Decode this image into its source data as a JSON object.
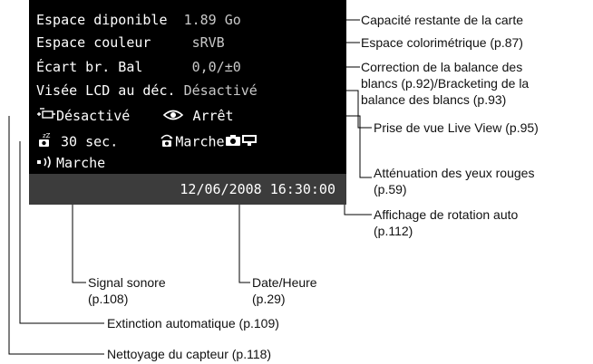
{
  "screen": {
    "rows": {
      "espace_disponible": {
        "label": "Espace diponible",
        "value": "1.89 Go"
      },
      "espace_couleur": {
        "label": "Espace couleur",
        "value": "sRVB"
      },
      "ecart_balance": {
        "label": "Écart br. Bal",
        "value": "0,0/±0"
      },
      "visee_lcd": {
        "label": "Visée LCD au déc.",
        "value": "Désactivé"
      },
      "nettoyage": {
        "value": "Désactivé"
      },
      "yeux_rouges": {
        "value": "Arrêt"
      },
      "extinction": {
        "value": "30 sec."
      },
      "rotation": {
        "value": "Marche"
      },
      "signal": {
        "value": "Marche"
      }
    },
    "datetime": "12/06/2008 16:30:00"
  },
  "callouts": {
    "capacite": "Capacité restante de la carte",
    "espace_colorimetrique": "Espace colorimétrique (p.87)",
    "correction_line1": "Correction de la balance des",
    "correction_line2": "blancs (p.92)/Bracketing de la",
    "correction_line3": "balance des blancs (p.93)",
    "live_view": "Prise de vue Live View (p.95)",
    "yeux_line1": "Atténuation des yeux rouges",
    "yeux_line2": "(p.59)",
    "rotation_line1": "Affichage de rotation auto",
    "rotation_line2": "(p.112)",
    "signal_line1": "Signal sonore",
    "signal_line2": "(p.108)",
    "date_line1": "Date/Heure",
    "date_line2": "(p.29)",
    "extinction": "Extinction automatique (p.109)",
    "nettoyage": "Nettoyage du capteur (p.118)"
  },
  "icons": {
    "sensor_clean": "sensor-cleaning-icon",
    "red_eye": "eye-icon",
    "auto_power_off": "sleep-icon",
    "auto_rotate": "rotate-icon",
    "beep": "speaker-icon"
  }
}
